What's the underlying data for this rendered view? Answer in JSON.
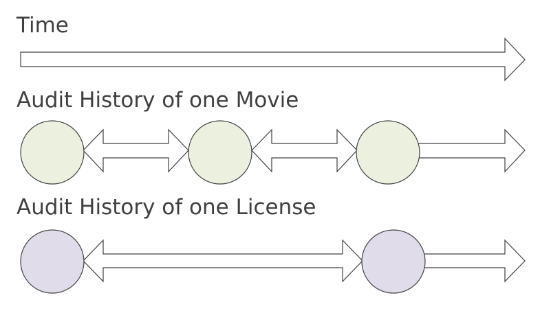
{
  "labels": {
    "time": "Time",
    "movie_history": "Audit History of one Movie",
    "license_history": "Audit History of one License"
  },
  "colors": {
    "outline": "#404040",
    "text": "#404040",
    "movie_node_fill": "#ebf1de",
    "license_node_fill": "#e1dcea",
    "arrow_fill": "#ffffff"
  },
  "rows": {
    "movie": {
      "node_count": 3
    },
    "license": {
      "node_count": 2
    }
  }
}
